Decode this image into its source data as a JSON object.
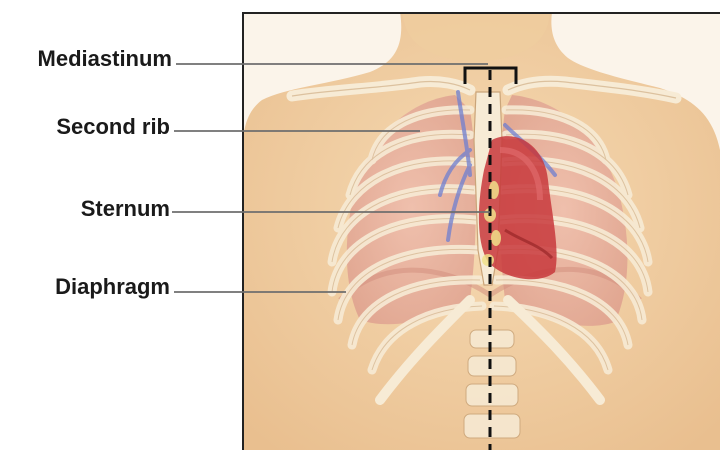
{
  "diagram": {
    "labels": {
      "mediastinum": "Mediastinum",
      "second_rib": "Second rib",
      "sternum": "Sternum",
      "diaphragm": "Diaphragm"
    },
    "colors": {
      "skin": "#f3d2a6",
      "skin_shadow": "#e6b98a",
      "bone": "#f7ebd5",
      "bone_outline": "#caa57a",
      "lung": "#eab2a8",
      "heart": "#c8383c",
      "vessels_blue": "#6f7fd0",
      "leader_line": "#6e6e6e",
      "frame": "#222222"
    }
  }
}
